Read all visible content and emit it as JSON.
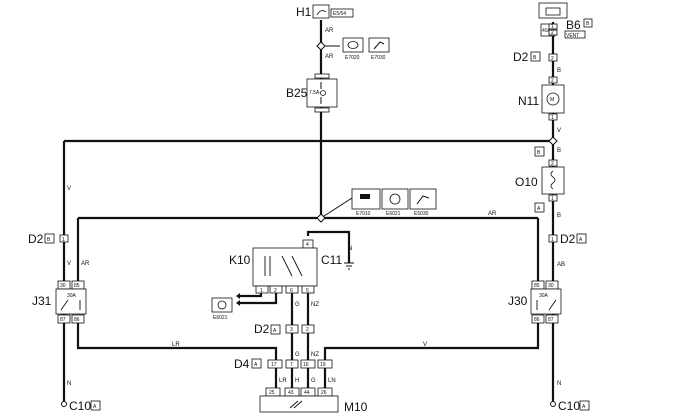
{
  "components": {
    "H1": {
      "label": "H1",
      "ref": "E5/54"
    },
    "B6": {
      "label": "B6",
      "tag": "B",
      "fuse": "40A",
      "note": "VENT"
    },
    "B25": {
      "label": "B25",
      "fuse": "7.5A"
    },
    "N11": {
      "label": "N11",
      "symbol": "M"
    },
    "O10": {
      "label": "O10"
    },
    "K10": {
      "label": "K10"
    },
    "C11": {
      "label": "C11"
    },
    "J31": {
      "label": "J31",
      "rating": "30A"
    },
    "J30": {
      "label": "J30",
      "rating": "30A"
    },
    "M10": {
      "label": "M10"
    }
  },
  "connectors": {
    "D2_B_top": {
      "label": "D2",
      "tag": "B",
      "pin": "2"
    },
    "D2_B_left": {
      "label": "D2",
      "tag": "B",
      "pin": "1"
    },
    "D2_A_right": {
      "label": "D2",
      "tag": "A",
      "pin": "1"
    },
    "D2_A_mid": {
      "label": "D2",
      "tag": "A",
      "pins": [
        "3",
        "2"
      ]
    },
    "D4_A": {
      "label": "D4",
      "tag": "A",
      "pins": [
        "17",
        "7",
        "16",
        "19"
      ]
    },
    "C10_left": {
      "label": "C10",
      "tag": "A"
    },
    "C10_right": {
      "label": "C10",
      "tag": "A"
    },
    "O10_tag_B": {
      "tag": "B"
    },
    "O10_tag_A": {
      "tag": "A"
    }
  },
  "references": [
    "E7020",
    "E7030",
    "E7010",
    "E6021",
    "E5030",
    "E6021"
  ],
  "wire_codes": {
    "AR": "AR",
    "V": "V",
    "B": "B",
    "N": "N",
    "AB": "AB",
    "LR": "LR",
    "G": "G",
    "NZ": "NZ",
    "H": "H",
    "LN": "LN"
  },
  "pins": {
    "b6": [
      "1",
      "2"
    ],
    "n11_top": "2",
    "n11_bottom": "1",
    "o10": [
      "2",
      "1"
    ],
    "j31_top": [
      "30",
      "85"
    ],
    "j31_bottom": [
      "87",
      "86"
    ],
    "j30_top": [
      "85",
      "30"
    ],
    "j30_bottom": [
      "86",
      "87"
    ],
    "k10_top": "4",
    "k10_bottom": [
      "1",
      "2",
      "6",
      "5"
    ],
    "m10": [
      "25",
      "43",
      "44",
      "26"
    ]
  },
  "colors": {
    "ink": "#111111",
    "background": "#ffffff"
  },
  "icons": [
    "wiper-icon",
    "headlamp-icon",
    "horn-icon",
    "relay-coil-icon",
    "motor-icon",
    "fuse-icon",
    "heater-icon",
    "battery-icon",
    "ground-icon",
    "splice-icon"
  ]
}
